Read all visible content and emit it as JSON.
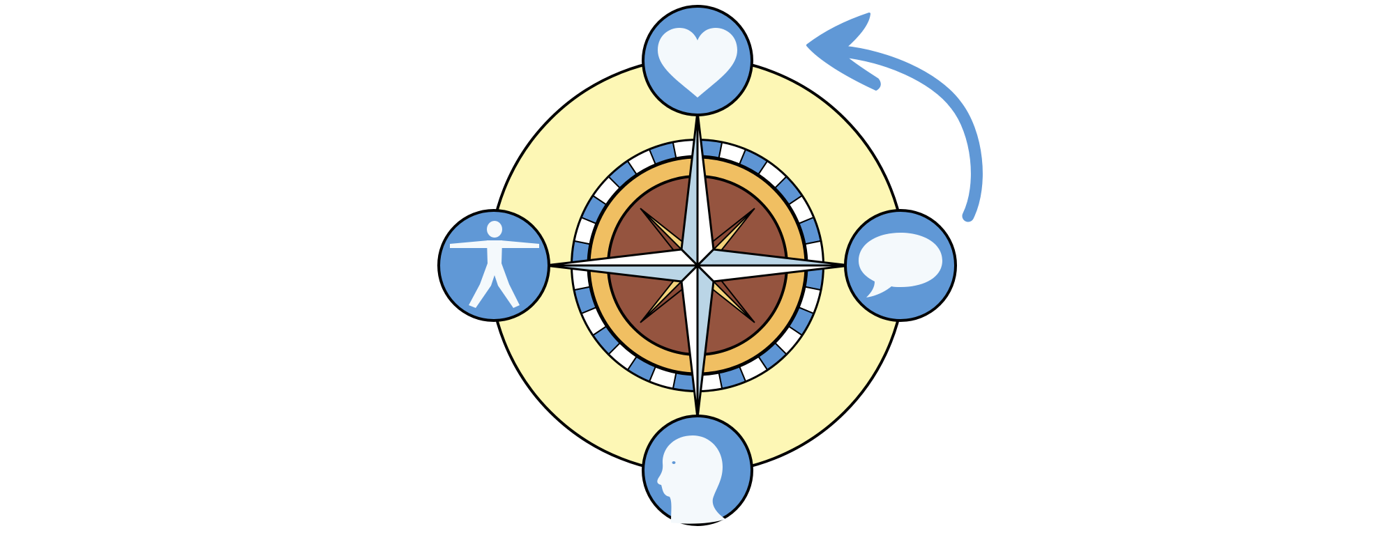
{
  "diagram": {
    "type": "compass-rose",
    "background": "#ffffff",
    "colors": {
      "outline": "#000000",
      "outer_ring_fill": "#fdf7b5",
      "node_fill": "#6098d6",
      "icon_fill": "#f4f9fc",
      "tick_ring_blue": "#5e95d4",
      "tick_ring_white": "#ffffff",
      "gold_band": "#f0bf62",
      "inner_disc": "#95543f",
      "star_light": "#bad5e6",
      "star_white": "#ffffff",
      "minor_star_gold": "#f3d27b",
      "arrow": "#6098d6"
    },
    "nodes": [
      {
        "position": "top",
        "icon": "heart-icon"
      },
      {
        "position": "right",
        "icon": "speech-bubble-icon"
      },
      {
        "position": "bottom",
        "icon": "head-profile-icon"
      },
      {
        "position": "left",
        "icon": "human-figure-icon"
      }
    ],
    "rotation_arrow": {
      "direction": "counter-clockwise",
      "icon": "curved-arrow-icon"
    },
    "tick_segments": 32
  }
}
